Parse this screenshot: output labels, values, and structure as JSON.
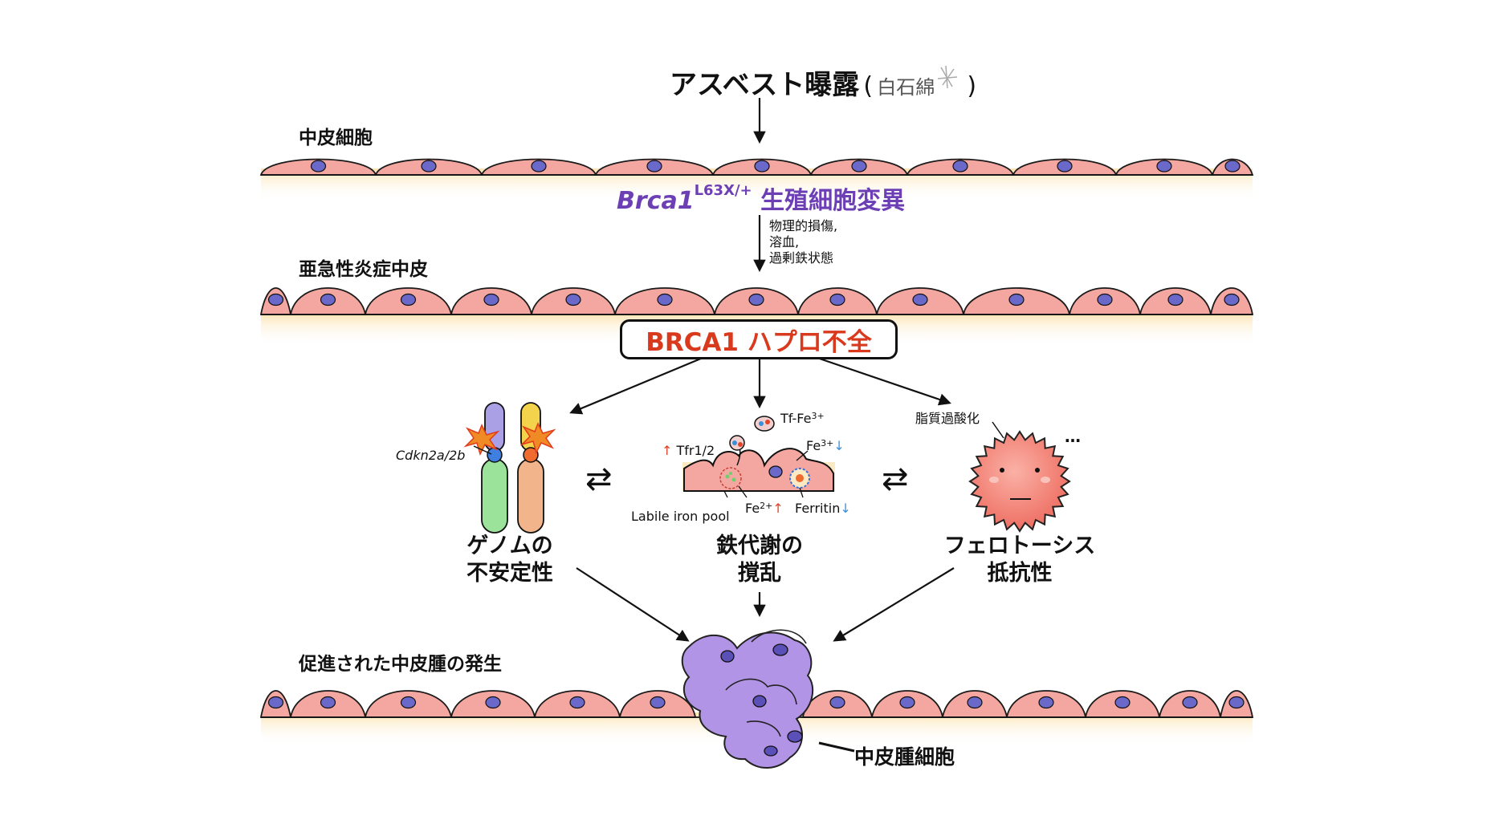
{
  "exposure": {
    "title": "アスベスト曝露",
    "paren_open": "(",
    "white_asbestos": "白石綿",
    "paren_close": ")"
  },
  "stages": {
    "mesothelial": "中皮細胞",
    "germline": {
      "gene": "Brca1",
      "allele": "L63X/+",
      "text": "生殖細胞変異"
    },
    "insults": [
      "物理的損傷,",
      "溶血,",
      "過剰鉄状態"
    ],
    "subacute": "亜急性炎症中皮",
    "haplo": "BRCA1 ハプロ不全",
    "tumor_stage": "促進された中皮腫の発生",
    "tumor_cell": "中皮腫細胞"
  },
  "genome": {
    "gene_label": "Cdkn2a/2b",
    "title_line1": "ゲノムの",
    "title_line2": "不安定性"
  },
  "iron": {
    "tf_fe": "Tf-Fe",
    "tf_fe_sup": "3+",
    "tfr_arrow": "↑",
    "tfr": "Tfr1/2",
    "fe3": "Fe",
    "fe3_sup": "3+",
    "fe3_arrow": "↓",
    "labile": "Labile iron pool",
    "fe2": "Fe",
    "fe2_sup": "2+",
    "fe2_arrow": "↑",
    "ferritin": "Ferritin",
    "ferritin_arrow": "↓",
    "title_line1": "鉄代謝の",
    "title_line2": "撹乱"
  },
  "ferroptosis": {
    "lipid": "脂質過酸化",
    "dots": "…",
    "title_line1": "フェロトーシス",
    "title_line2": "抵抗性"
  },
  "equilibrium_symbol": "⇄",
  "colors": {
    "cell_fill": "#f4a7a0",
    "cell_stroke": "#1a1a1a",
    "nucleus": "#6a68c9",
    "basement": "#fbeac4",
    "tumor": "#b294e6",
    "red_text": "#d93a1e",
    "purple_text": "#6d3fb5",
    "up_arrow": "#e0442a",
    "down_arrow": "#3b8fd9"
  }
}
